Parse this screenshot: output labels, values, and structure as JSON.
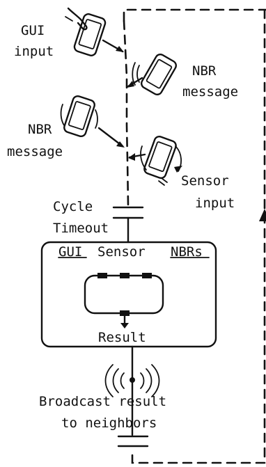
{
  "labels": {
    "gui_input_1": "GUI",
    "gui_input_2": "input",
    "nbr_msg_a_1": "NBR",
    "nbr_msg_a_2": "message",
    "nbr_msg_b_1": "NBR",
    "nbr_msg_b_2": "message",
    "sensor_1": "Sensor",
    "sensor_2": "input",
    "cycle_1": "Cycle",
    "cycle_2": "Timeout",
    "box_gui": "GUI",
    "box_sensor": "Sensor",
    "box_nbrs": "NBRs",
    "result": "Result",
    "broadcast_1": "Broadcast result",
    "broadcast_2": "to neighbors"
  },
  "icons": [
    "phone-tap-icon",
    "phone-vibrate-icon",
    "phone-vibrate-icon",
    "phone-rotate-icon",
    "broadcast-waves-icon"
  ],
  "colors": {
    "ink": "#111111",
    "background": "#ffffff"
  }
}
